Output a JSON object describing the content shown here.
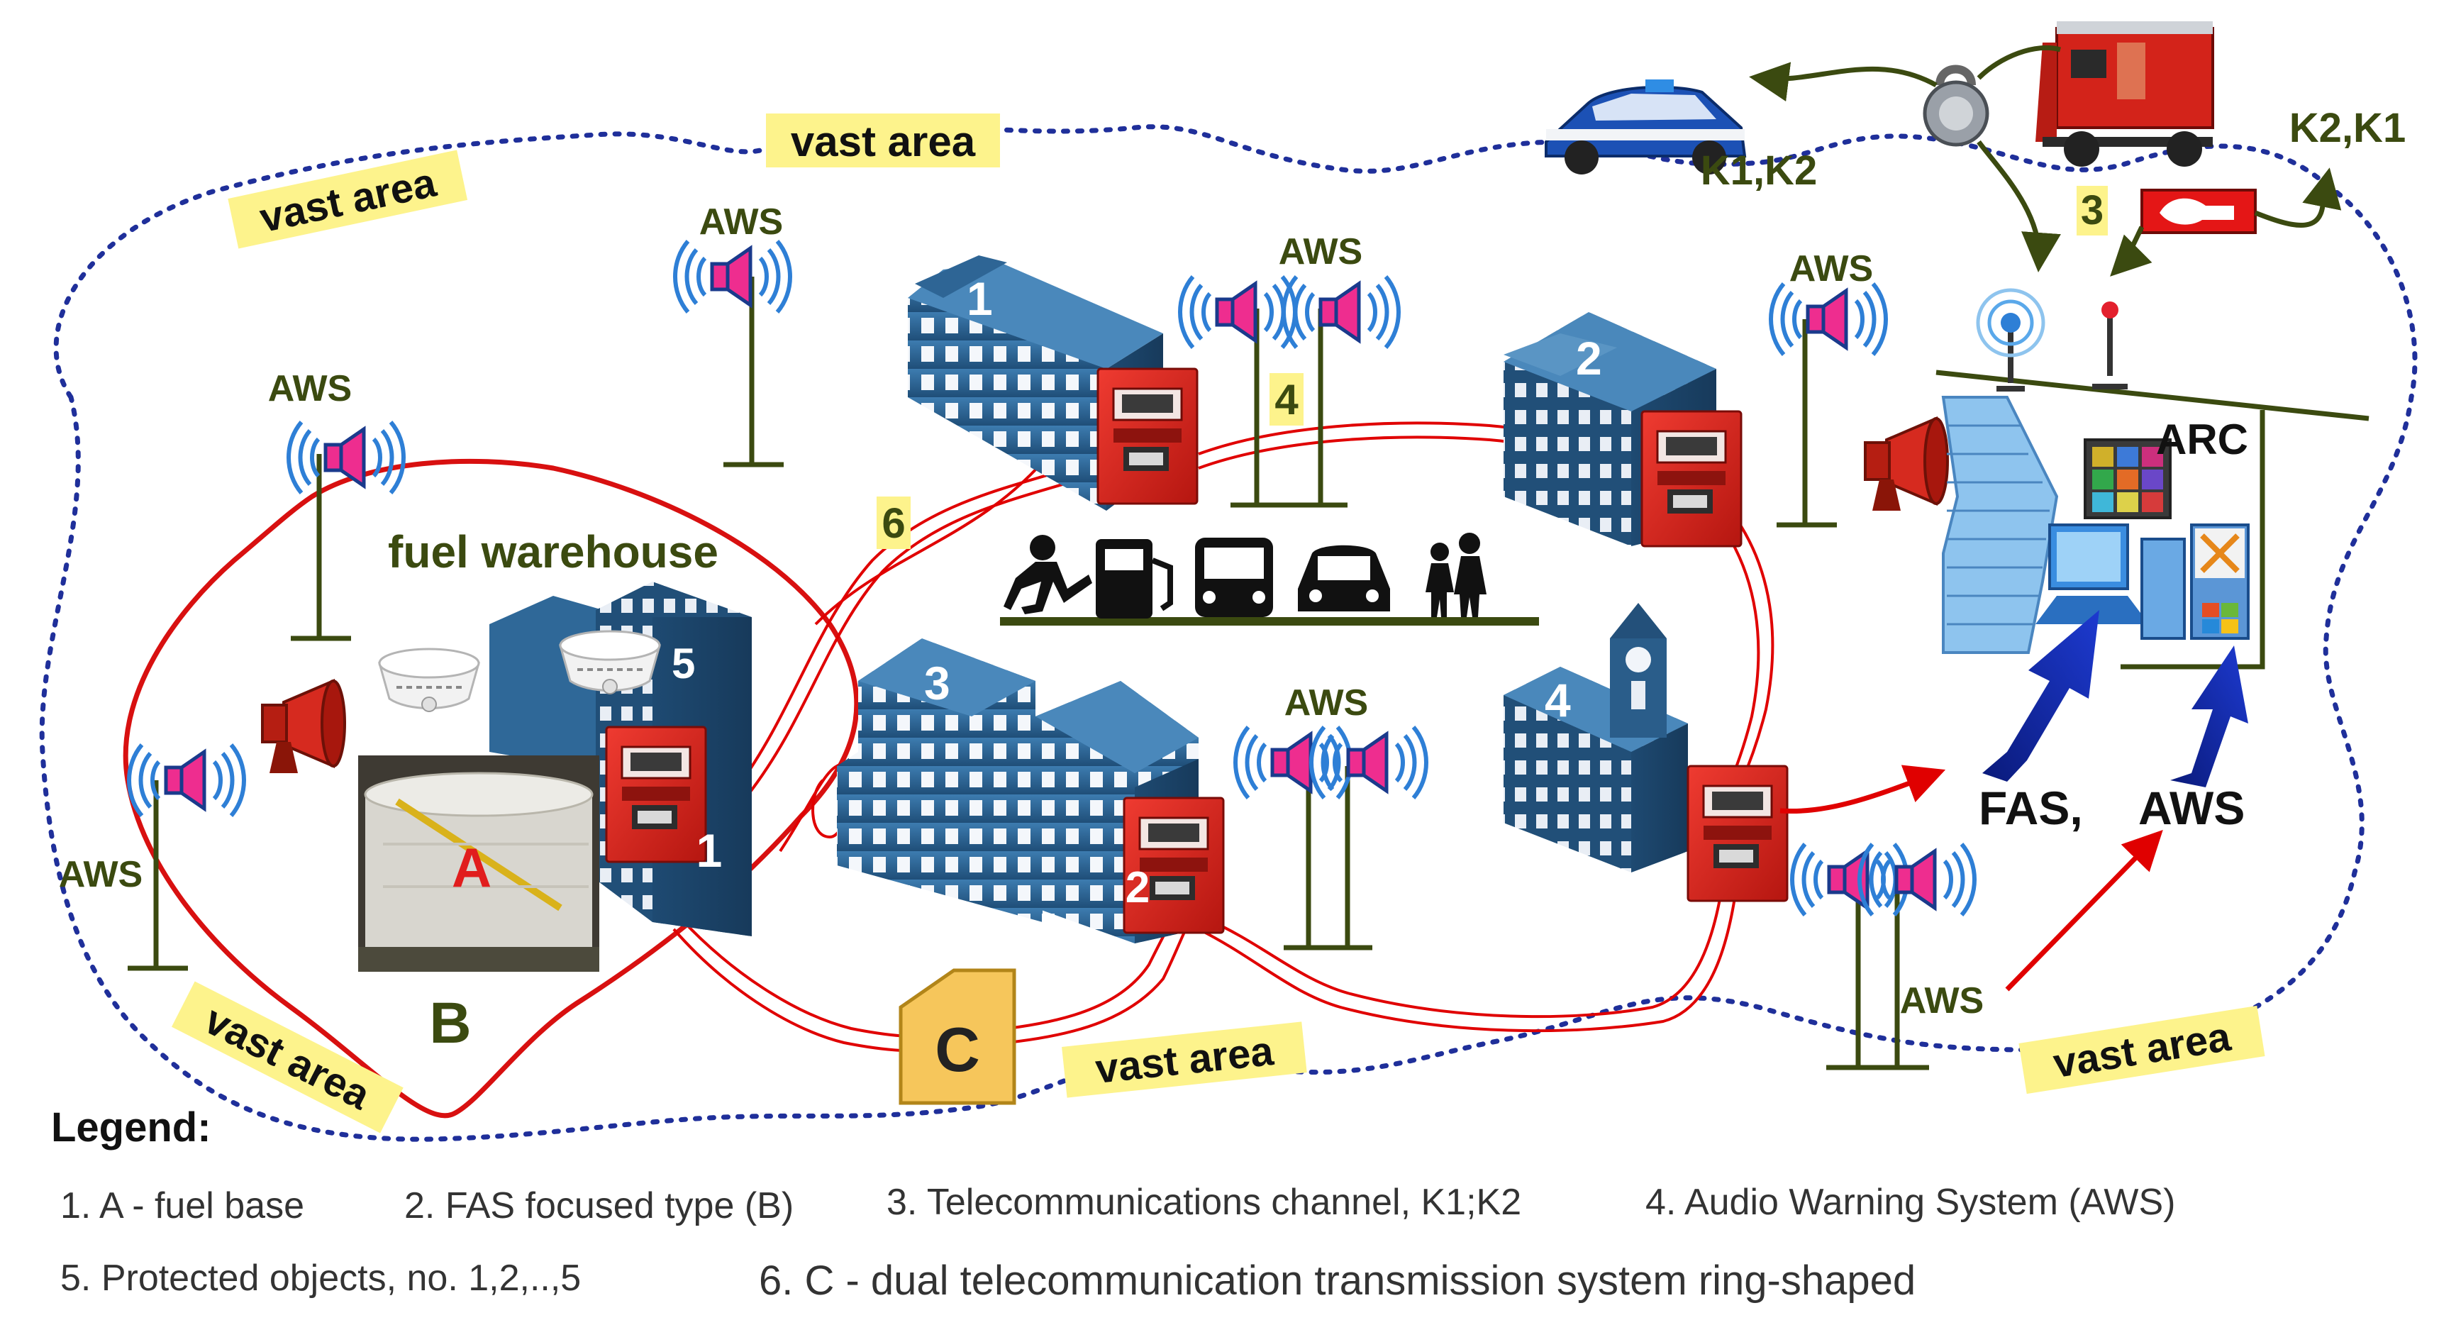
{
  "region_labels": {
    "vast_area": "vast area",
    "fuel_warehouse": "fuel warehouse"
  },
  "aws_label": "AWS",
  "building_numbers": [
    "1",
    "2",
    "3",
    "4",
    "5"
  ],
  "panel_numbers": {
    "p1": "1",
    "p2": "2"
  },
  "markers": {
    "tank": "A",
    "fas_b": "B",
    "ring_c": "C",
    "channel": "3",
    "aws_zone": "4",
    "ring_tag": "6"
  },
  "vehicle_labels": {
    "police": "K1,K2",
    "fire": "K2,K1"
  },
  "arc_label": "ARC",
  "flow_labels": {
    "fas": "FAS,",
    "aws": "AWS"
  },
  "legend": {
    "title": "Legend:",
    "items": [
      "1. A - fuel base",
      "2. FAS focused type (B)",
      "3. Telecommunications channel, K1;K2",
      "4. Audio Warning System (AWS)",
      "5. Protected objects, no. 1,2,..,5",
      "6. C - dual telecommunication transmission system ring-shaped"
    ]
  },
  "colors": {
    "highlight": "#fdf38c",
    "boundary": "#1f2f9a",
    "ring": "#e00000",
    "building": "#2f6898",
    "panel": "#d9241c",
    "label_text": "#3b4a10"
  }
}
